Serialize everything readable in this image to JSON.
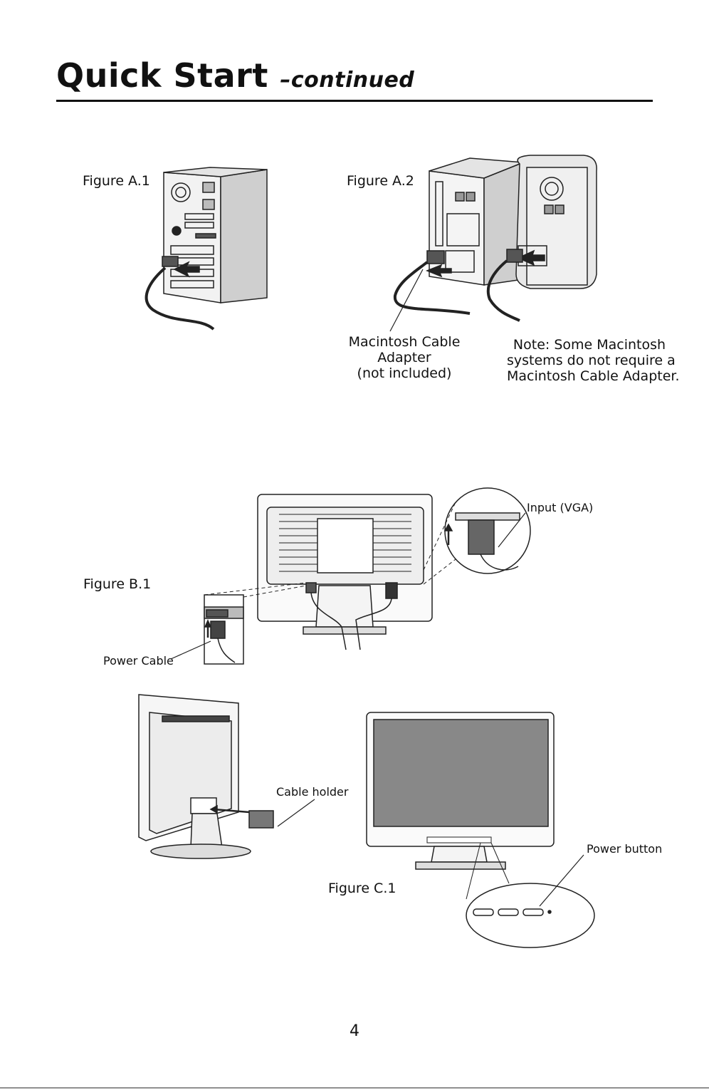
{
  "header": {
    "title": "Quick Start",
    "subtitle": "–continued"
  },
  "figure_a1": {
    "label": "Figure A.1"
  },
  "figure_a2": {
    "label": "Figure A.2",
    "adapter_callout": [
      "Macintosh Cable",
      "Adapter",
      "(not included)"
    ],
    "note": [
      "Note: Some Macintosh",
      "systems do not require a",
      "Macintosh Cable Adapter."
    ]
  },
  "figure_b1": {
    "label": "Figure B.1",
    "input_callout": "Input (VGA)",
    "power_callout": "Power Cable"
  },
  "figure_c1": {
    "label": "Figure C.1",
    "cable_holder_callout": "Cable holder",
    "power_button_callout": "Power button"
  },
  "footer": {
    "page_number": "4"
  }
}
